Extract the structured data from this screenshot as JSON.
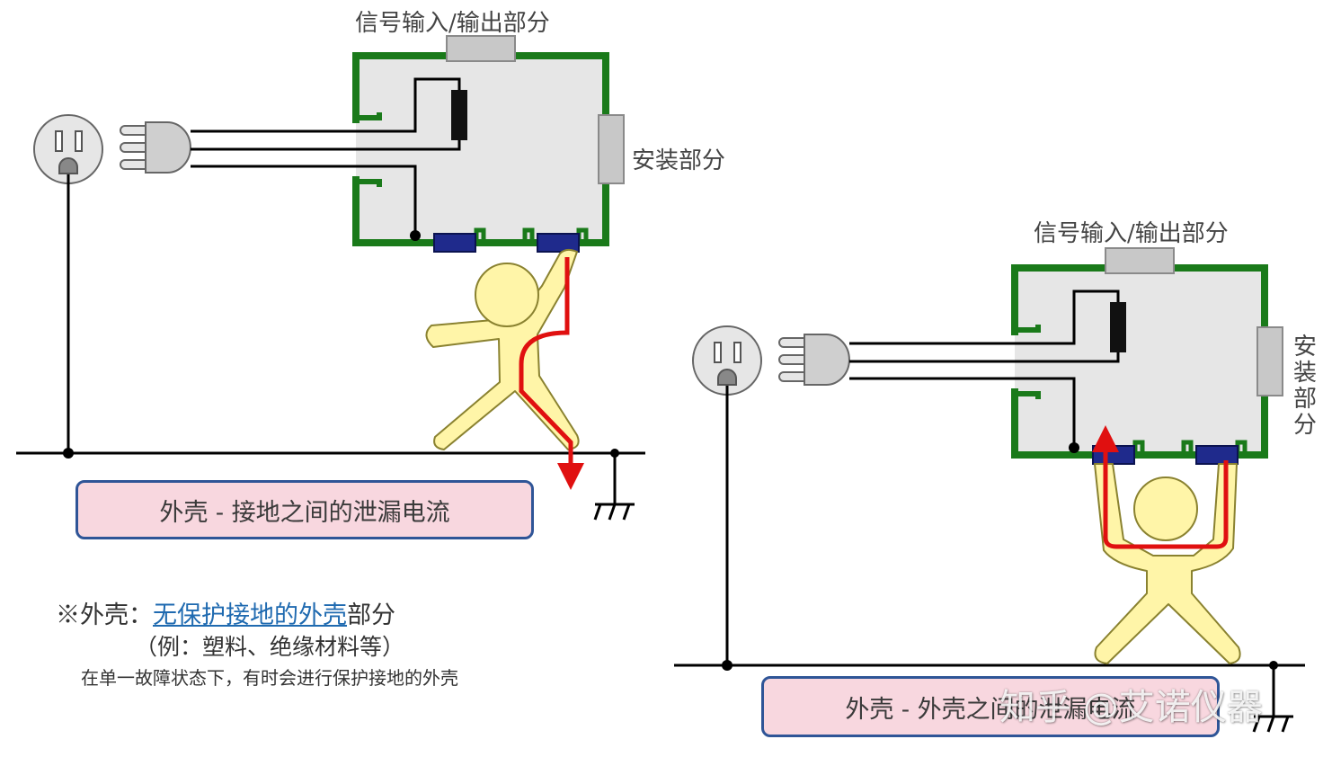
{
  "left": {
    "io_label": "信号输入/输出部分",
    "mount_label": "安装部分",
    "caption": "外壳 - 接地之间的泄漏电流"
  },
  "right": {
    "io_label": "信号输入/输出部分",
    "mount_label_chars": [
      "安",
      "装",
      "部",
      "分"
    ],
    "caption": "外壳 - 外壳之间的泄漏电流"
  },
  "note": {
    "prefix": "※外壳：",
    "highlight": "无保护接地的外壳",
    "suffix": "部分",
    "example": "（例：塑料、绝缘材料等）",
    "footnote": "在单一故障状态下，有时会进行保护接地的外壳"
  },
  "watermark": "知乎 @艾诺仪器",
  "colors": {
    "enclosure_frame": "#1a7a1a",
    "enclosure_fill": "#e6e6e6",
    "applied_part": "#1f2a8c",
    "leakage_path": "#e01010",
    "person": "#fff5a8",
    "caption_fill": "#f8d7df",
    "caption_border": "#2f5597"
  }
}
